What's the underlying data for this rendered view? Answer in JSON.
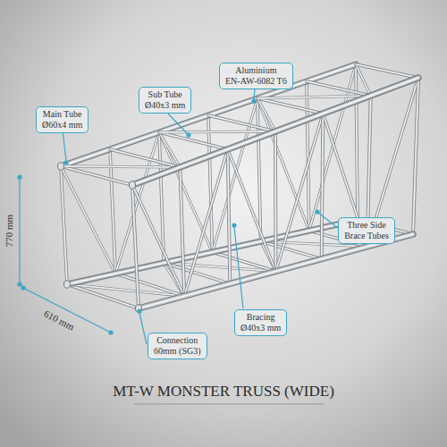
{
  "diagram": {
    "title": "MT-W MONSTER TRUSS (WIDE)",
    "nodes": [
      {
        "text": [
          "Aluminium",
          "EN-AW-6082 T6"
        ]
      },
      {
        "text": [
          "Sub Tube",
          "Ø40x3 mm"
        ]
      },
      {
        "text": [
          "Main Tube",
          "Ø60x4 mm"
        ]
      },
      {
        "text": [
          "Three Side Brace Tubes"
        ]
      },
      {
        "text": [
          "Bracing",
          "Ø40x3 mm"
        ]
      },
      {
        "text": [
          "Connection",
          "60mm (SG3)"
        ]
      }
    ],
    "labels": [
      "770 mm",
      "610 mm"
    ]
  }
}
